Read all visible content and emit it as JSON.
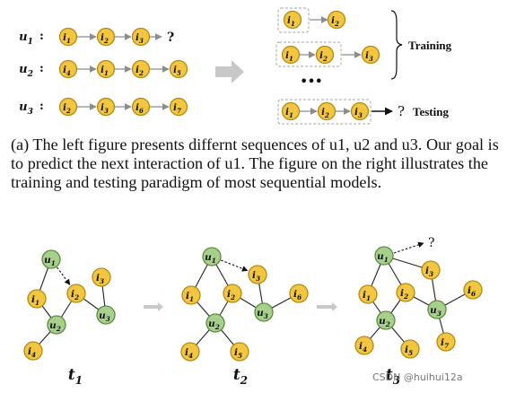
{
  "sequences": [
    {
      "user": "u",
      "sub": "1",
      "items": [
        [
          "i",
          "1"
        ],
        [
          "i",
          "2"
        ],
        [
          "i",
          "3"
        ]
      ],
      "next": "?"
    },
    {
      "user": "u",
      "sub": "2",
      "items": [
        [
          "i",
          "4"
        ],
        [
          "i",
          "1"
        ],
        [
          "i",
          "2"
        ],
        [
          "i",
          "5"
        ]
      ],
      "next": ""
    },
    {
      "user": "u",
      "sub": "3",
      "items": [
        [
          "i",
          "2"
        ],
        [
          "i",
          "3"
        ],
        [
          "i",
          "6"
        ],
        [
          "i",
          "7"
        ]
      ],
      "next": ""
    }
  ],
  "paradigm": {
    "training_rows": [
      {
        "inputs": [
          [
            "i",
            "1"
          ]
        ],
        "target": [
          "i",
          "2"
        ]
      },
      {
        "inputs": [
          [
            "i",
            "1"
          ],
          [
            "i",
            "2"
          ]
        ],
        "target": [
          "i",
          "3"
        ]
      }
    ],
    "ellipsis": "•••",
    "testing_row": {
      "inputs": [
        [
          "i",
          "1"
        ],
        [
          "i",
          "2"
        ],
        [
          "i",
          "3"
        ]
      ],
      "target": "?"
    },
    "training_label": "Training",
    "testing_label": "Testing"
  },
  "caption": "(a) The left figure presents differnt sequences of u1, u2 and u3. Our goal is to predict the next interaction of u1. The figure on the right illustrates the training and testing paradigm of most sequential models.",
  "graphs": [
    {
      "label": [
        "t",
        "1"
      ],
      "query": ""
    },
    {
      "label": [
        "t",
        "2"
      ],
      "query": ""
    },
    {
      "label": [
        "t",
        "3"
      ],
      "query": "?"
    }
  ],
  "watermark": "CSDN @huihui12a",
  "colors": {
    "item_fill": "#f3c641",
    "item_stroke": "#b38a10",
    "user_fill": "#a8d08d",
    "user_stroke": "#5c8a3e",
    "arrow": "#8c8c8c",
    "dashed_box": "#a6a6a6"
  }
}
